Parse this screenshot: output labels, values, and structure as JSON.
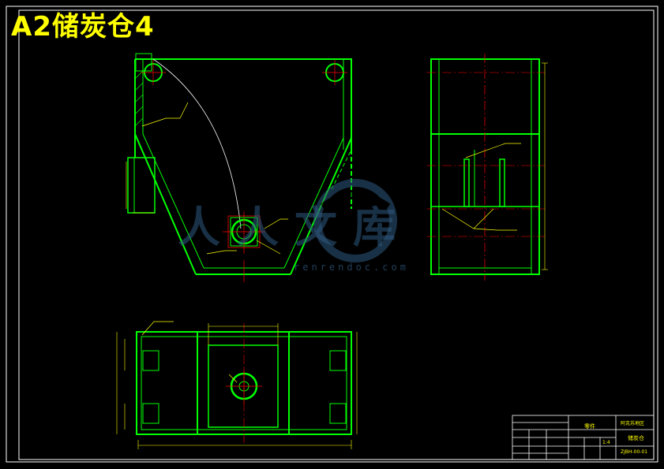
{
  "title": "A2储炭仓4",
  "watermark": {
    "logo_letters": "人人",
    "name": "文库",
    "url": "renrendoc.com"
  },
  "title_block": {
    "company": "阿克苏地区",
    "drawing_name": "储炭仓",
    "drawing_number": "ZJBH-00-01",
    "material": "零件",
    "scale": "1:4"
  },
  "colors": {
    "background": "#000000",
    "outline": "#00ff00",
    "dimension": "#ffff00",
    "center": "#ff0000",
    "border": "#ffffff"
  }
}
